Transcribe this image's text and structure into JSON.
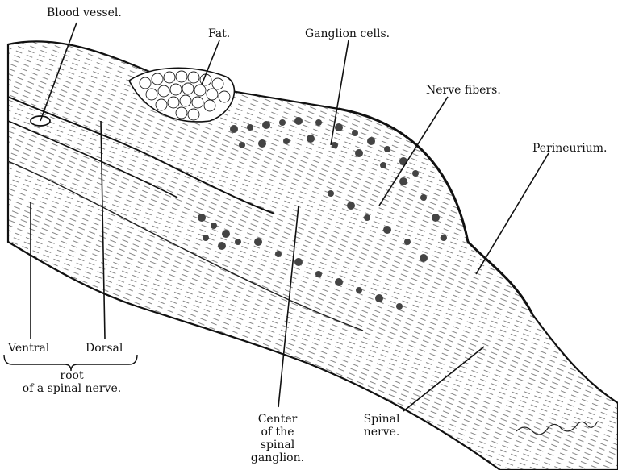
{
  "labels": {
    "blood_vessel": "Blood vessel.",
    "fat": "Fat.",
    "ganglion_cells": "Ganglion cells.",
    "nerve_fibers": "Nerve fibers.",
    "perineurium": "Perineurium.",
    "ventral": "Ventral",
    "dorsal": "Dorsal",
    "root_line1": "root",
    "root_line2": "of a spinal nerve.",
    "center_line1": "Center",
    "center_line2": "of the",
    "center_line3": "spinal",
    "center_line4": "ganglion.",
    "spinal_line1": "Spinal",
    "spinal_line2": "nerve."
  },
  "colors": {
    "ink": "#111111",
    "paper": "#ffffff",
    "tissue": "#d9d9d9",
    "cells": "#555555"
  },
  "signature_note": "engraver signature (handwritten, reproduced as strokes)"
}
